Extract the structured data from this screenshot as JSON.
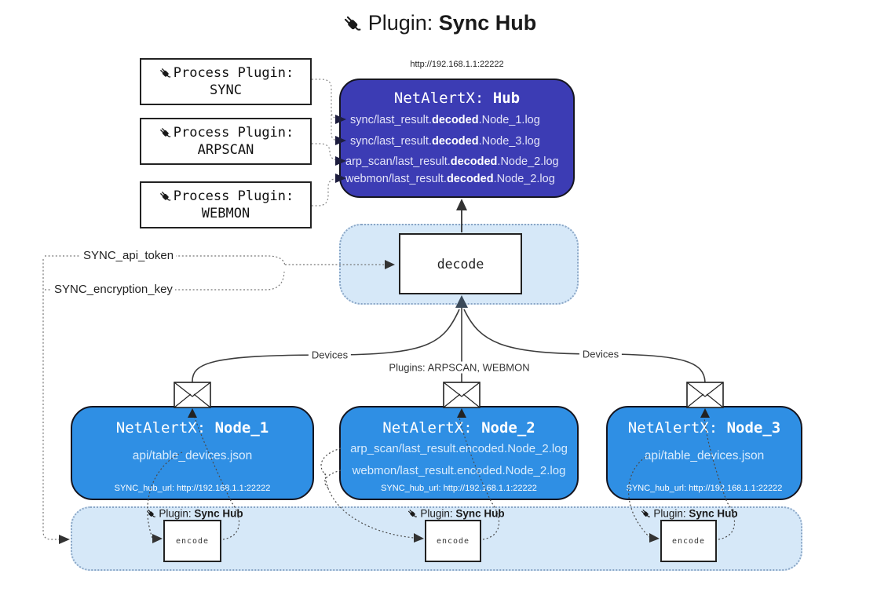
{
  "colors": {
    "hub_fill": "#3c3cb4",
    "node_fill": "#2f8fe4",
    "panel_fill": "#d6e8f8",
    "panel_border": "#8aa6c6"
  },
  "title": {
    "prefix": "Plugin: ",
    "name": "Sync Hub"
  },
  "hub": {
    "address": "http://192.168.1.1:22222",
    "title_prefix": "NetAlertX: ",
    "title_name": "Hub",
    "logs": [
      {
        "pre": "sync/last_result.",
        "bold": "decoded",
        "post": ".Node_1.log"
      },
      {
        "pre": "sync/last_result.",
        "bold": "decoded",
        "post": ".Node_3.log"
      },
      {
        "pre": "arp_scan/last_result.",
        "bold": "decoded",
        "post": ".Node_2.log"
      },
      {
        "pre": "webmon/last_result.",
        "bold": "decoded",
        "post": ".Node_2.log"
      }
    ]
  },
  "process_plugins": [
    {
      "label": "Process Plugin:",
      "name": "SYNC"
    },
    {
      "label": "Process Plugin:",
      "name": "ARPSCAN"
    },
    {
      "label": "Process Plugin:",
      "name": "WEBMON"
    }
  ],
  "decode_label": "decode",
  "settings": {
    "api_token": "SYNC_api_token",
    "encryption_key": "SYNC_encryption_key"
  },
  "edge_labels": {
    "left": "Devices",
    "center": "Plugins: ARPSCAN, WEBMON",
    "right": "Devices"
  },
  "nodes": [
    {
      "title_prefix": "NetAlertX: ",
      "title_name": "Node_1",
      "files": [
        "api/table_devices.json"
      ],
      "hub_url": "SYNC_hub_url: http://192.168.1.1:22222"
    },
    {
      "title_prefix": "NetAlertX: ",
      "title_name": "Node_2",
      "files": [
        "arp_scan/last_result.encoded.Node_2.log",
        "webmon/last_result.encoded.Node_2.log"
      ],
      "hub_url": "SYNC_hub_url: http://192.168.1.1:22222"
    },
    {
      "title_prefix": "NetAlertX: ",
      "title_name": "Node_3",
      "files": [
        "api/table_devices.json"
      ],
      "hub_url": "SYNC_hub_url: http://192.168.1.1:22222"
    }
  ],
  "encoders": [
    {
      "label_prefix": "Plugin: ",
      "label_name": "Sync Hub",
      "box_label": "encode"
    },
    {
      "label_prefix": "Plugin: ",
      "label_name": "Sync Hub",
      "box_label": "encode"
    },
    {
      "label_prefix": "Plugin: ",
      "label_name": "Sync Hub",
      "box_label": "encode"
    }
  ]
}
